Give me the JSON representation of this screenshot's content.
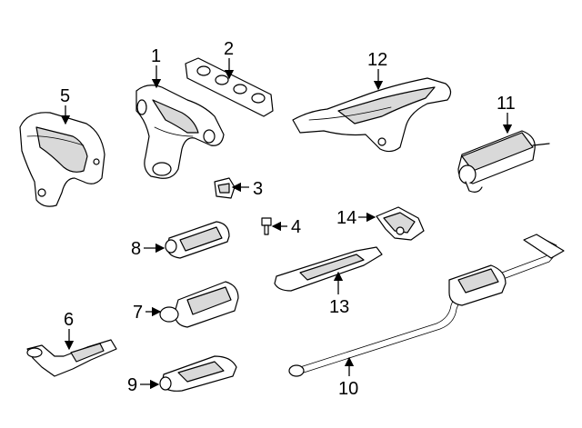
{
  "diagram": {
    "callouts": [
      {
        "id": "1",
        "label": "1"
      },
      {
        "id": "2",
        "label": "2"
      },
      {
        "id": "3",
        "label": "3"
      },
      {
        "id": "4",
        "label": "4"
      },
      {
        "id": "5",
        "label": "5"
      },
      {
        "id": "6",
        "label": "6"
      },
      {
        "id": "7",
        "label": "7"
      },
      {
        "id": "8",
        "label": "8"
      },
      {
        "id": "9",
        "label": "9"
      },
      {
        "id": "10",
        "label": "10"
      },
      {
        "id": "11",
        "label": "11"
      },
      {
        "id": "12",
        "label": "12"
      },
      {
        "id": "13",
        "label": "13"
      },
      {
        "id": "14",
        "label": "14"
      }
    ],
    "colors": {
      "line": "#000000",
      "background": "#ffffff",
      "shade": "#d9d9d9"
    }
  }
}
